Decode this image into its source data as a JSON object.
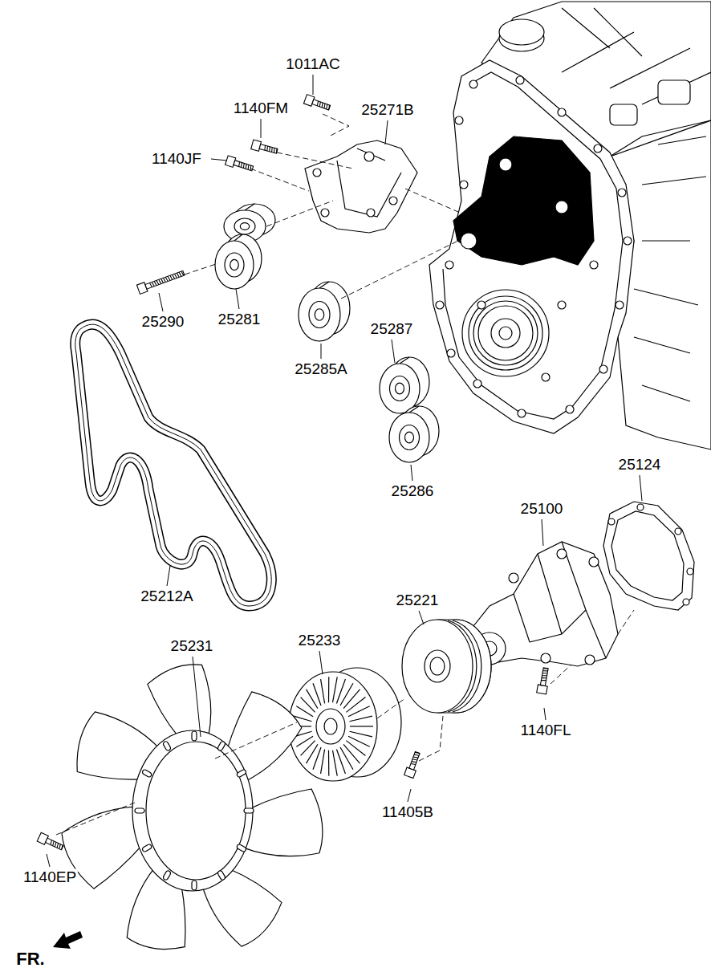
{
  "diagram": {
    "labels": [
      "1011AC",
      "1140FM",
      "25271B",
      "1140JF",
      "25290",
      "25281",
      "25285A",
      "25287",
      "25286",
      "25124",
      "25100",
      "25212A",
      "25221",
      "25231",
      "25233",
      "1140FL",
      "11405B",
      "1140EP",
      "FR."
    ]
  }
}
